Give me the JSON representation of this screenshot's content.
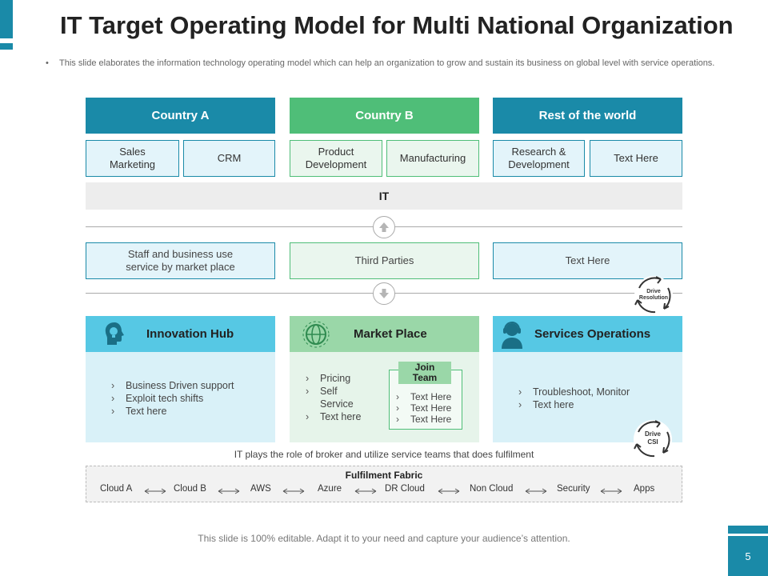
{
  "title": "IT Target Operating Model for Multi National Organization",
  "subtitle": "This slide elaborates the information technology operating model which can help an organization to grow and sustain its business on global level with service operations.",
  "regions": [
    {
      "label": "Country A",
      "subs": [
        "Sales\nMarketing",
        "CRM"
      ]
    },
    {
      "label": "Country B",
      "subs": [
        "Product\nDevelopment",
        "Manufacturing"
      ]
    },
    {
      "label": "Rest of the world",
      "subs": [
        "Research &\nDevelopment",
        "Text Here"
      ]
    }
  ],
  "it_label": "IT",
  "mid_boxes": [
    "Staff and business use\nservice  by market place",
    "Third  Parties",
    "Text Here"
  ],
  "cycles": [
    {
      "label": "Drive\nResolution"
    },
    {
      "label": "Drive\nCSI"
    }
  ],
  "sections": {
    "innovation": {
      "title": "Innovation Hub",
      "icon": "lightbulb-head-icon",
      "items": [
        "Business Driven  support",
        "Exploit tech shifts",
        "Text here"
      ]
    },
    "market": {
      "title": "Market Place",
      "icon": "globe-icon",
      "items": [
        "Pricing",
        "Self\nService",
        "Text here"
      ],
      "join_title": "Join\nTeam",
      "join_items": [
        "Text Here",
        "Text Here",
        "Text Here"
      ]
    },
    "services": {
      "title": "Services Operations",
      "icon": "headset-agent-icon",
      "items": [
        "Troubleshoot,  Monitor",
        "Text here"
      ]
    }
  },
  "note": "IT plays the role of broker and utilize service  teams that does fulfilment",
  "fabric": {
    "title": "Fulfilment Fabric",
    "items": [
      "Cloud A",
      "Cloud B",
      "AWS",
      "Azure",
      "DR Cloud",
      "Non Cloud",
      "Security",
      "Apps"
    ]
  },
  "footer": "This slide is 100% editable. Adapt it to your need and capture your audience’s attention.",
  "page_number": "5",
  "colors": {
    "accent_blue": "#1a8aa8",
    "accent_green": "#4fbe78",
    "light_blue": "#56c8e4",
    "light_green": "#9ad7a8"
  }
}
